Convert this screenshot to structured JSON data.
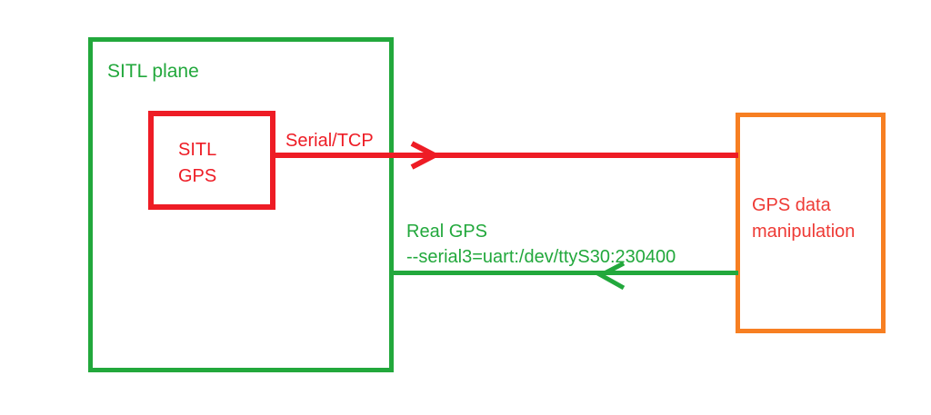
{
  "diagram": {
    "title": "SITL GPS data manipulation block diagram",
    "colors": {
      "green": "#22a83c",
      "red": "#ee1c25",
      "orange": "#f77f22",
      "background": "#ffffff"
    },
    "nodes": [
      {
        "id": "sitl-plane",
        "label": "SITL plane",
        "shape": "rectangle",
        "border_color": "#22a83c",
        "text_color": "#22a83c"
      },
      {
        "id": "sitl-gps",
        "label": "SITL\nGPS",
        "line1": "SITL",
        "line2": "GPS",
        "shape": "rectangle",
        "border_color": "#ee1c25",
        "text_color": "#ee1c25"
      },
      {
        "id": "gps-data-manipulation",
        "label": "GPS data\nmanipulation",
        "line1": "GPS data",
        "line2": "manipulation",
        "shape": "rectangle",
        "border_color": "#f77f22",
        "text_color": "#ee3a35"
      }
    ],
    "connectors": [
      {
        "id": "serial-tcp",
        "label": "Serial/TCP",
        "from": "sitl-gps",
        "to": "gps-data-manipulation",
        "direction": "right",
        "color": "#ee1c25"
      },
      {
        "id": "real-gps",
        "label_line1": "Real GPS",
        "label_line2": "--serial3=uart:/dev/ttyS30:230400",
        "from": "gps-data-manipulation",
        "to": "sitl-plane",
        "direction": "left",
        "color": "#22a83c"
      }
    ]
  }
}
